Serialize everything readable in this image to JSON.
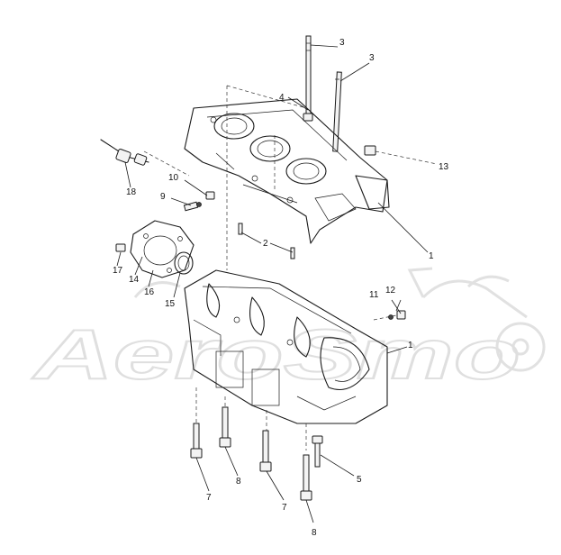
{
  "watermark": {
    "text": "AeroSmo"
  },
  "callouts": {
    "c1_top": "1",
    "c1_bottom": "1",
    "c2": "2",
    "c3_left": "3",
    "c3_right": "3",
    "c4": "4",
    "c5": "5",
    "c7_left": "7",
    "c7_right": "7",
    "c8_left": "8",
    "c8_right": "8",
    "c9": "9",
    "c10": "10",
    "c11": "11",
    "c12": "12",
    "c13": "13",
    "c14": "14",
    "c15": "15",
    "c16": "16",
    "c17": "17",
    "c18": "18"
  }
}
